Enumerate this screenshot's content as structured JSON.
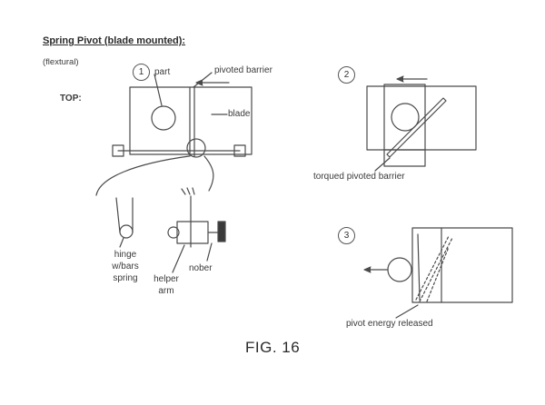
{
  "title": "Spring Pivot (blade mounted):",
  "subtitle": "(flextural)",
  "view_label": "TOP:",
  "steps": [
    "1",
    "2",
    "3"
  ],
  "labels": {
    "part": "part",
    "pivoted_barrier": "pivoted barrier",
    "blade": "blade",
    "hinge_line1": "hinge",
    "hinge_line2": "w/bars",
    "hinge_line3": "spring",
    "helper_line1": "helper",
    "helper_line2": "arm",
    "nober": "nober",
    "torqued_pivoted_barrier": "torqued pivoted barrier",
    "pivot_energy_released": "pivot energy released"
  },
  "figure_label": "FIG. 16",
  "colors": {
    "ink": "#3a3a3a",
    "paper": "#ffffff"
  }
}
